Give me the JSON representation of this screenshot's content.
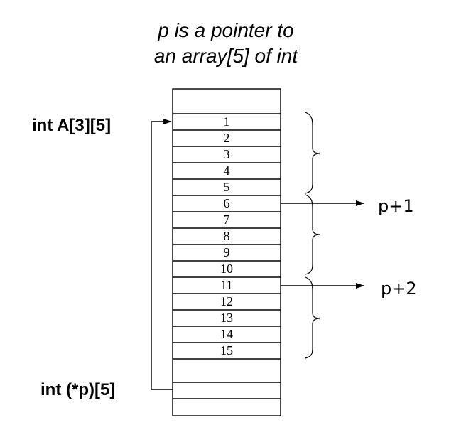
{
  "title": {
    "line1": "p is a pointer to",
    "line2": "an array[5] of int"
  },
  "labels": {
    "array_decl": "int A[3][5]",
    "pointer_decl": "int (*p)[5]"
  },
  "cells": [
    "1",
    "2",
    "3",
    "4",
    "5",
    "6",
    "7",
    "8",
    "9",
    "10",
    "11",
    "12",
    "13",
    "14",
    "15"
  ],
  "pointers": [
    {
      "label": "p+1",
      "target_cell": 6
    },
    {
      "label": "p+2",
      "target_cell": 11
    }
  ],
  "colors": {
    "ink": "#000000",
    "background": "#ffffff"
  }
}
